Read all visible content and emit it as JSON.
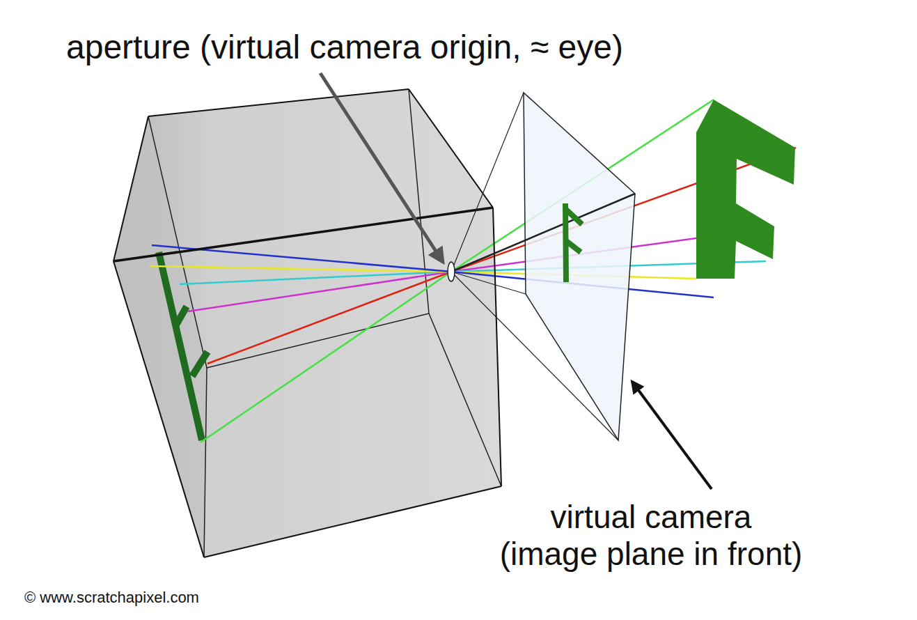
{
  "diagram": {
    "labels": [
      "aperture (virtual camera origin, ≈ eye)",
      "virtual camera (image plane in front)",
      "© www.scratchapixel.com"
    ]
  }
}
